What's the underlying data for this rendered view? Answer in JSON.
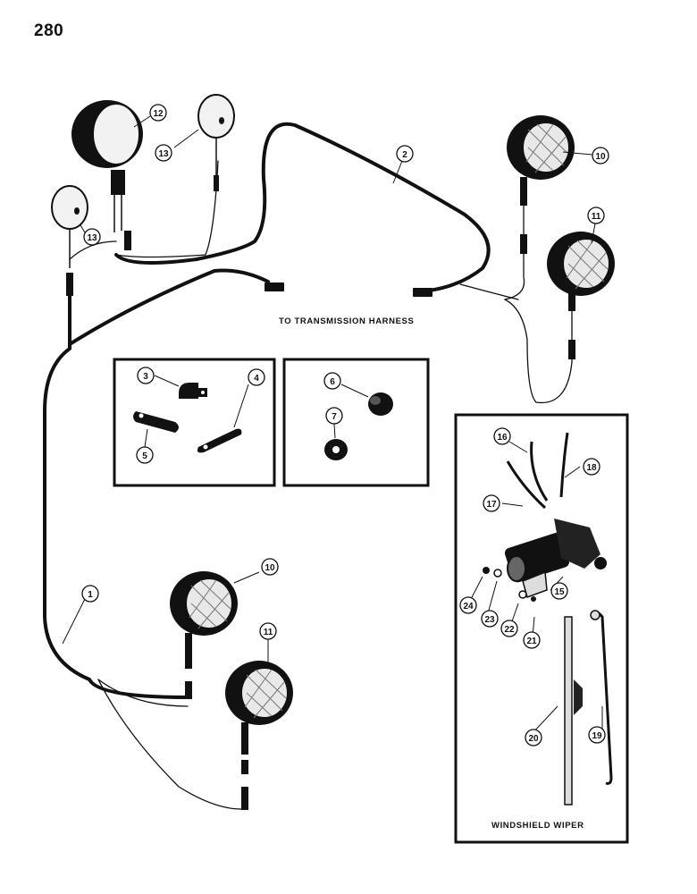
{
  "page_number": "280",
  "captions": {
    "transmission": "TO TRANSMISSION HARNESS",
    "wiper": "WINDSHIELD WIPER"
  },
  "callouts": [
    "1",
    "2",
    "3",
    "4",
    "5",
    "6",
    "7",
    "10",
    "10",
    "11",
    "11",
    "12",
    "13",
    "13",
    "15",
    "16",
    "17",
    "18",
    "19",
    "20",
    "21",
    "22",
    "23",
    "24"
  ],
  "colors": {
    "ink": "#111111",
    "paper": "#ffffff"
  }
}
